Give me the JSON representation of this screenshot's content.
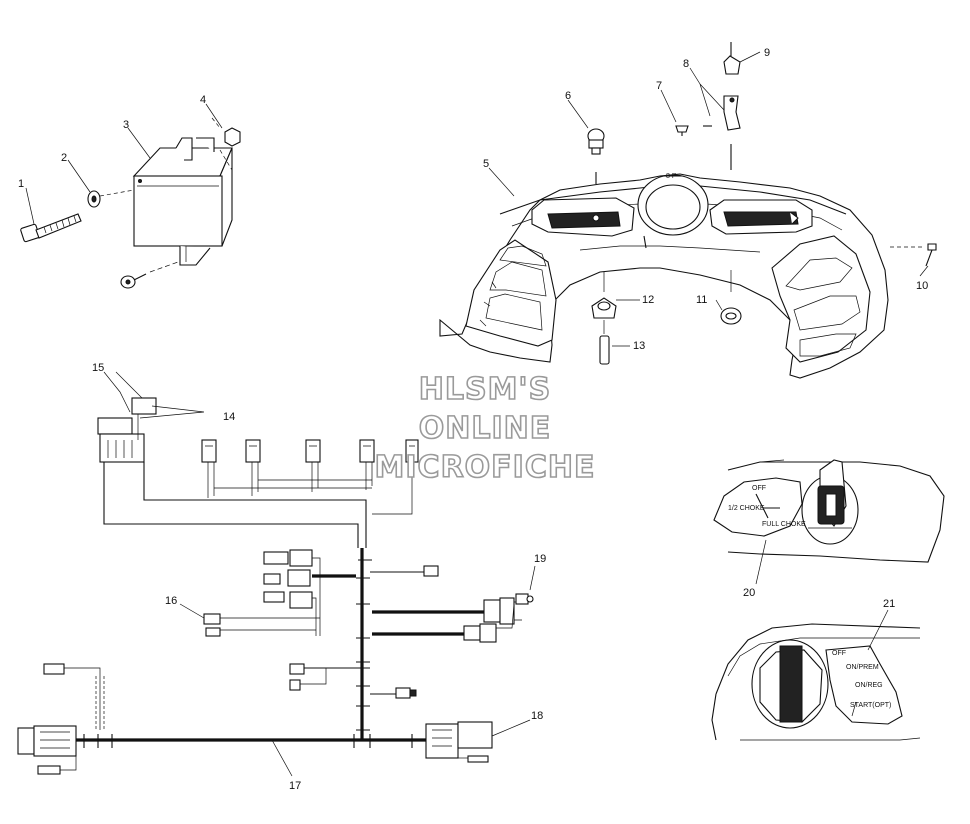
{
  "watermark": [
    "HLSM'S",
    "ONLINE",
    "MICROFICHE"
  ],
  "callouts": {
    "c1": "1",
    "c2": "2",
    "c3": "3",
    "c4": "4",
    "c5": "5",
    "c6": "6",
    "c7": "7",
    "c8": "8",
    "c9": "9",
    "c10": "10",
    "c11": "11",
    "c12": "12",
    "c13": "13",
    "c14": "14",
    "c15": "15",
    "c16": "16",
    "c17": "17",
    "c18": "18",
    "c19": "19",
    "c20": "20",
    "c21": "21"
  },
  "choke_labels": {
    "off": "OFF",
    "half": "1/2 CHOKE",
    "full": "FULL CHOKE"
  },
  "key_labels": {
    "off": "OFF",
    "on_prem": "ON/PREM",
    "on_reg": "ON/REG",
    "start": "START(OPT)"
  }
}
